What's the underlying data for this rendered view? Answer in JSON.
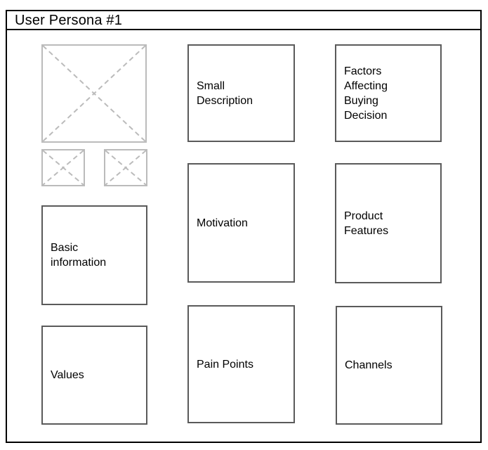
{
  "header": {
    "title": "User Persona #1"
  },
  "colors": {
    "frame_border": "#000000",
    "panel_border": "#5a5a5a",
    "placeholder_gray": "#bbbbbb",
    "text": "#000000",
    "background": "#ffffff"
  },
  "icons": {
    "image_placeholder": "dashed-x-crossed-box"
  },
  "panels": {
    "basic_information": {
      "label": "Basic\ninformation"
    },
    "values": {
      "label": "Values"
    },
    "small_description": {
      "label": "Small\nDescription"
    },
    "motivation": {
      "label": "Motivation"
    },
    "pain_points": {
      "label": "Pain Points"
    },
    "factors_affecting_buying_decision": {
      "label": "Factors\nAffecting\nBuying\nDecision"
    },
    "product_features": {
      "label": "Product\nFeatures"
    },
    "channels": {
      "label": "Channels"
    }
  }
}
